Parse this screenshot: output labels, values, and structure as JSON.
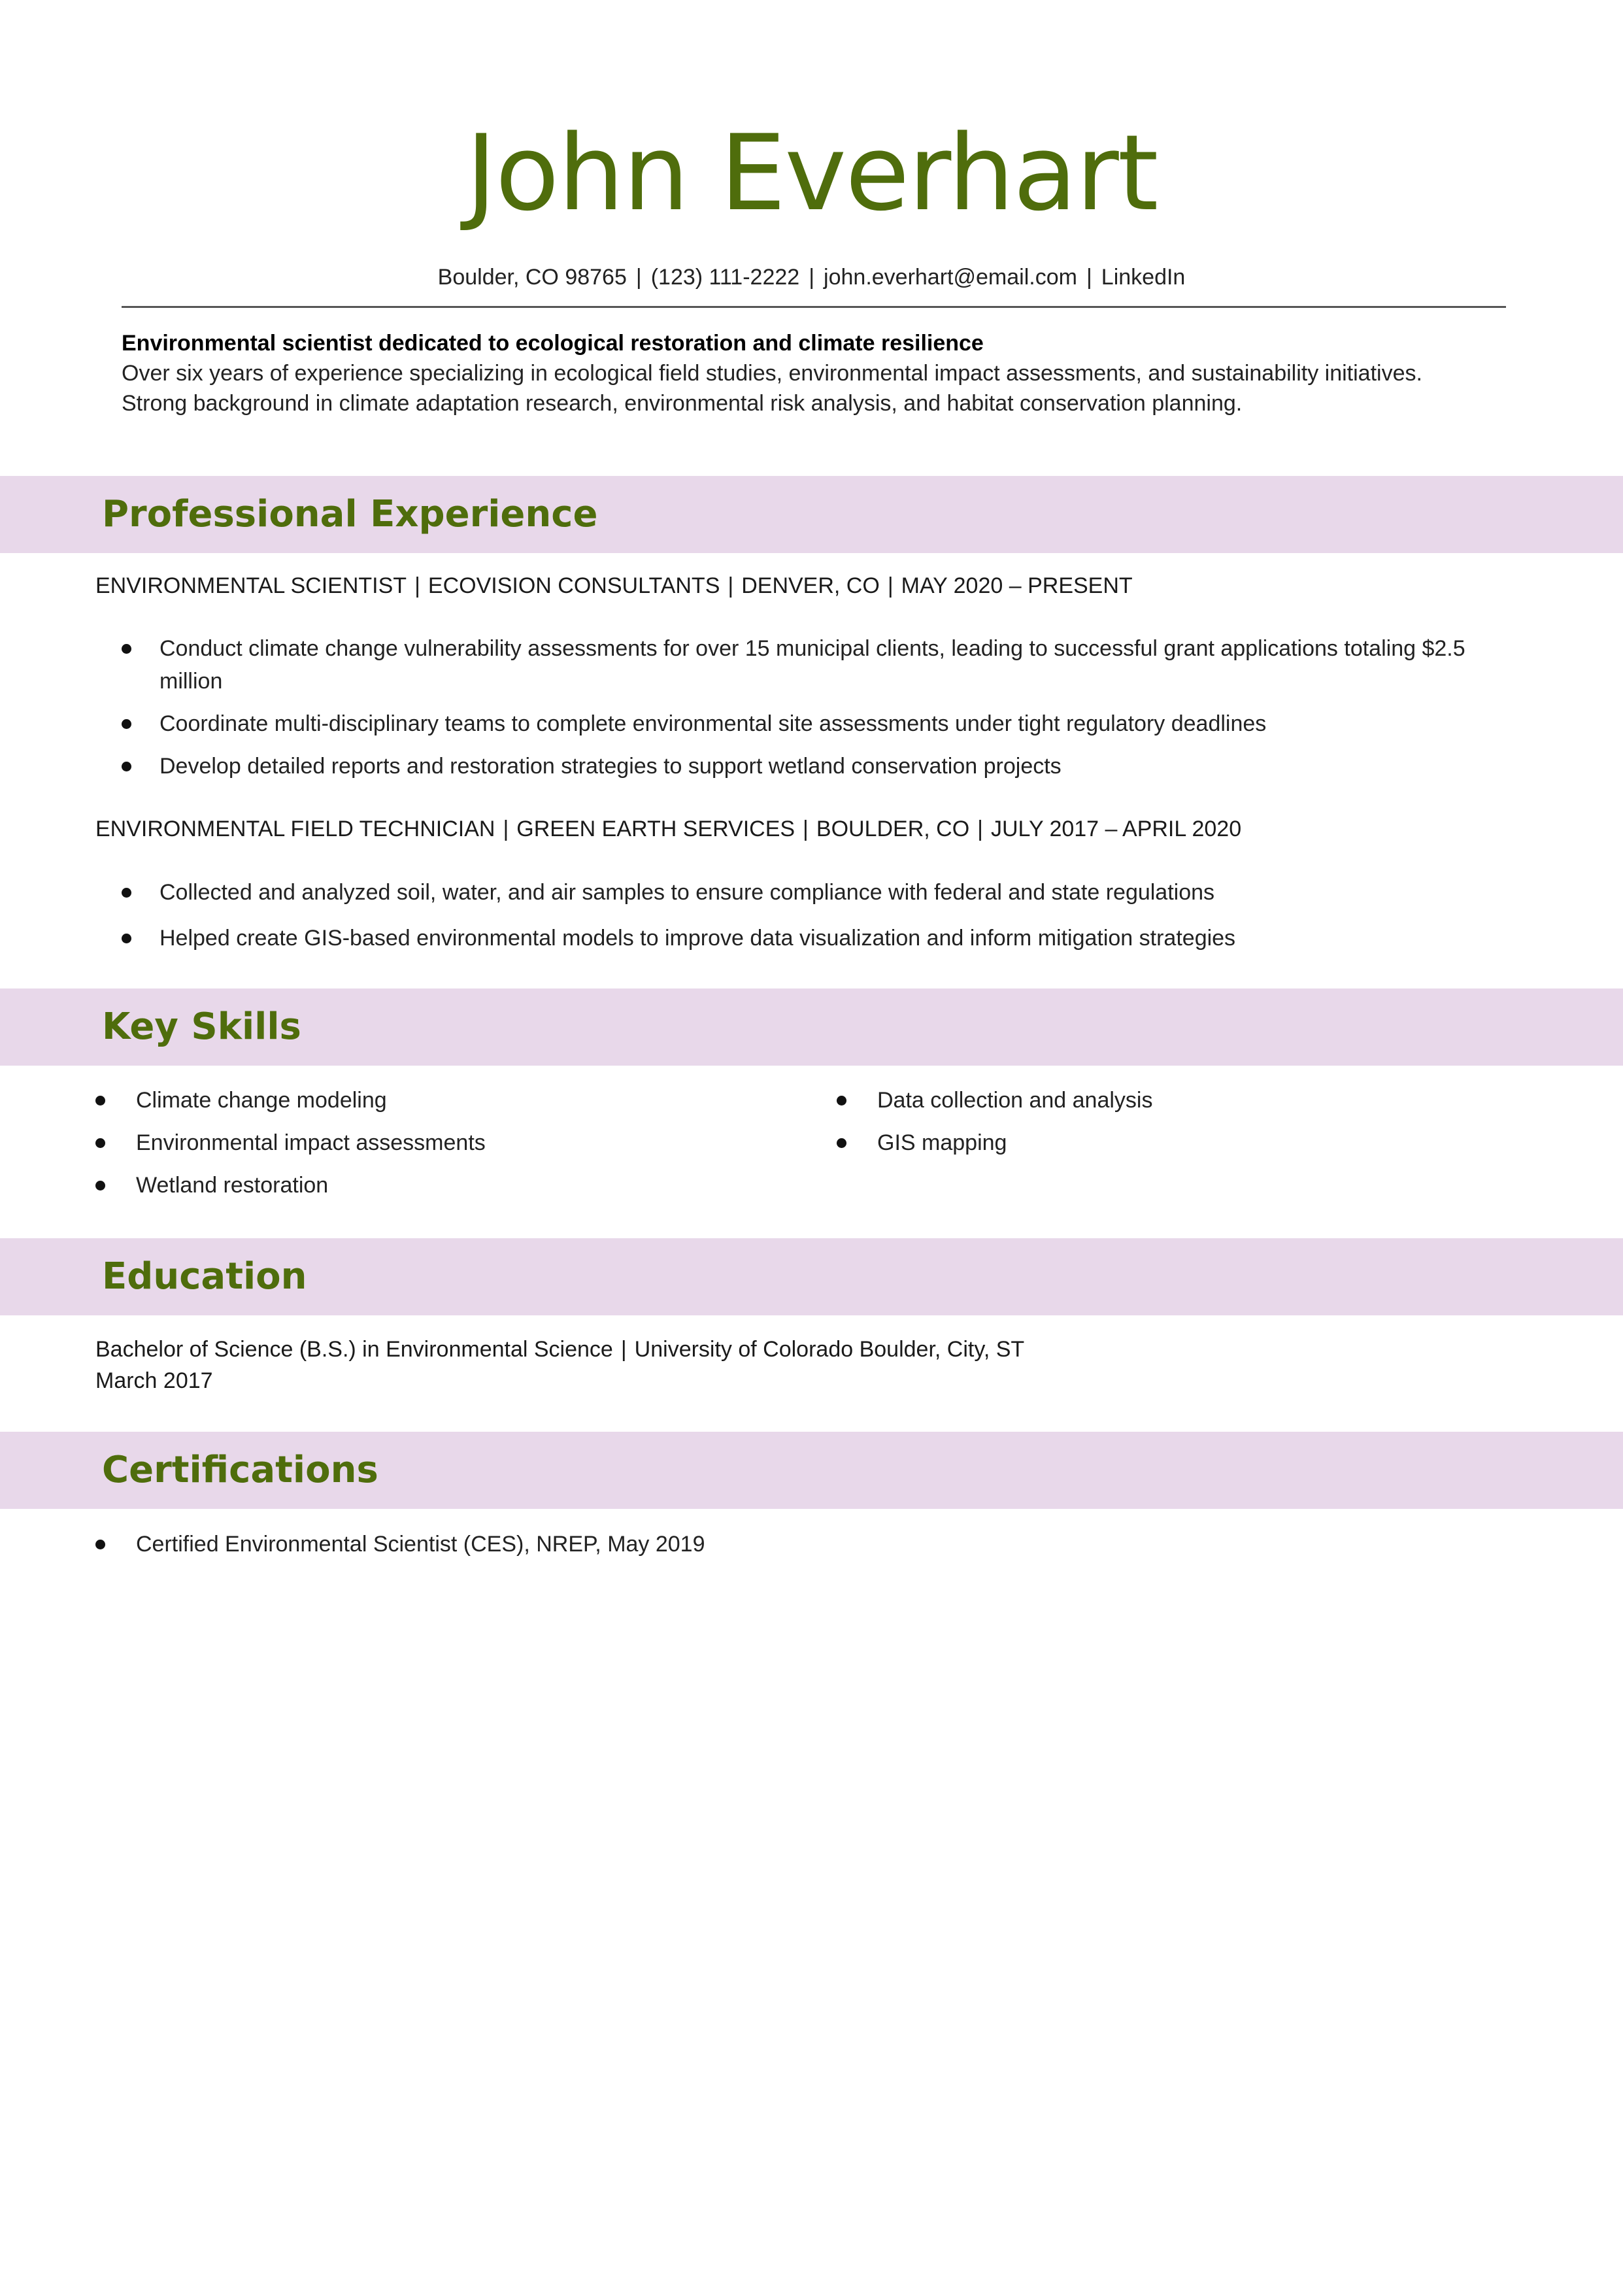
{
  "header": {
    "name": "John Everhart",
    "location": "Boulder, CO 98765",
    "phone": "(123) 111-2222",
    "email": "john.everhart@email.com",
    "linkedin": "LinkedIn",
    "separator": "|"
  },
  "summary": {
    "headline": "Environmental scientist dedicated to ecological restoration and climate resilience",
    "line1": "Over six years of experience specializing in ecological field studies, environmental impact assessments, and sustainability initiatives.",
    "line2": "Strong background in climate adaptation research, environmental risk analysis, and habitat conservation planning."
  },
  "sections": {
    "experience": "Professional Experience",
    "skills": "Key Skills",
    "education": "Education",
    "certifications": "Certifications"
  },
  "experience": [
    {
      "title": "ENVIRONMENTAL SCIENTIST",
      "company": "ECOVISION CONSULTANTS",
      "location": "DENVER, CO",
      "dates": "MAY 2020 – PRESENT",
      "bullets": [
        "Conduct climate change vulnerability assessments for over 15 municipal clients, leading to successful grant applications totaling $2.5 million",
        "Coordinate multi-disciplinary teams to complete environmental site assessments under tight regulatory deadlines",
        "Develop detailed reports and restoration strategies to support wetland conservation projects"
      ]
    },
    {
      "title": "ENVIRONMENTAL FIELD TECHNICIAN",
      "company": "GREEN EARTH SERVICES",
      "location": "BOULDER, CO",
      "dates": "JULY 2017 – APRIL 2020",
      "bullets": [
        "Collected and analyzed soil, water, and air samples to ensure compliance with federal and state regulations",
        "Helped create GIS-based environmental models to improve data visualization and inform mitigation strategies"
      ]
    }
  ],
  "skills": {
    "left": [
      "Climate change modeling",
      "Environmental impact assessments",
      "Wetland restoration"
    ],
    "right": [
      "Data collection and analysis",
      "GIS mapping"
    ]
  },
  "education": {
    "degree": "Bachelor of Science (B.S.) in Environmental Science",
    "school": "University of Colorado Boulder, City, ST",
    "date": "March 2017"
  },
  "certifications": [
    "Certified Environmental Scientist (CES), NREP, May 2019"
  ],
  "colors": {
    "accent_green": "#4f6d0c",
    "band_lavender": "#e8d8ea"
  }
}
